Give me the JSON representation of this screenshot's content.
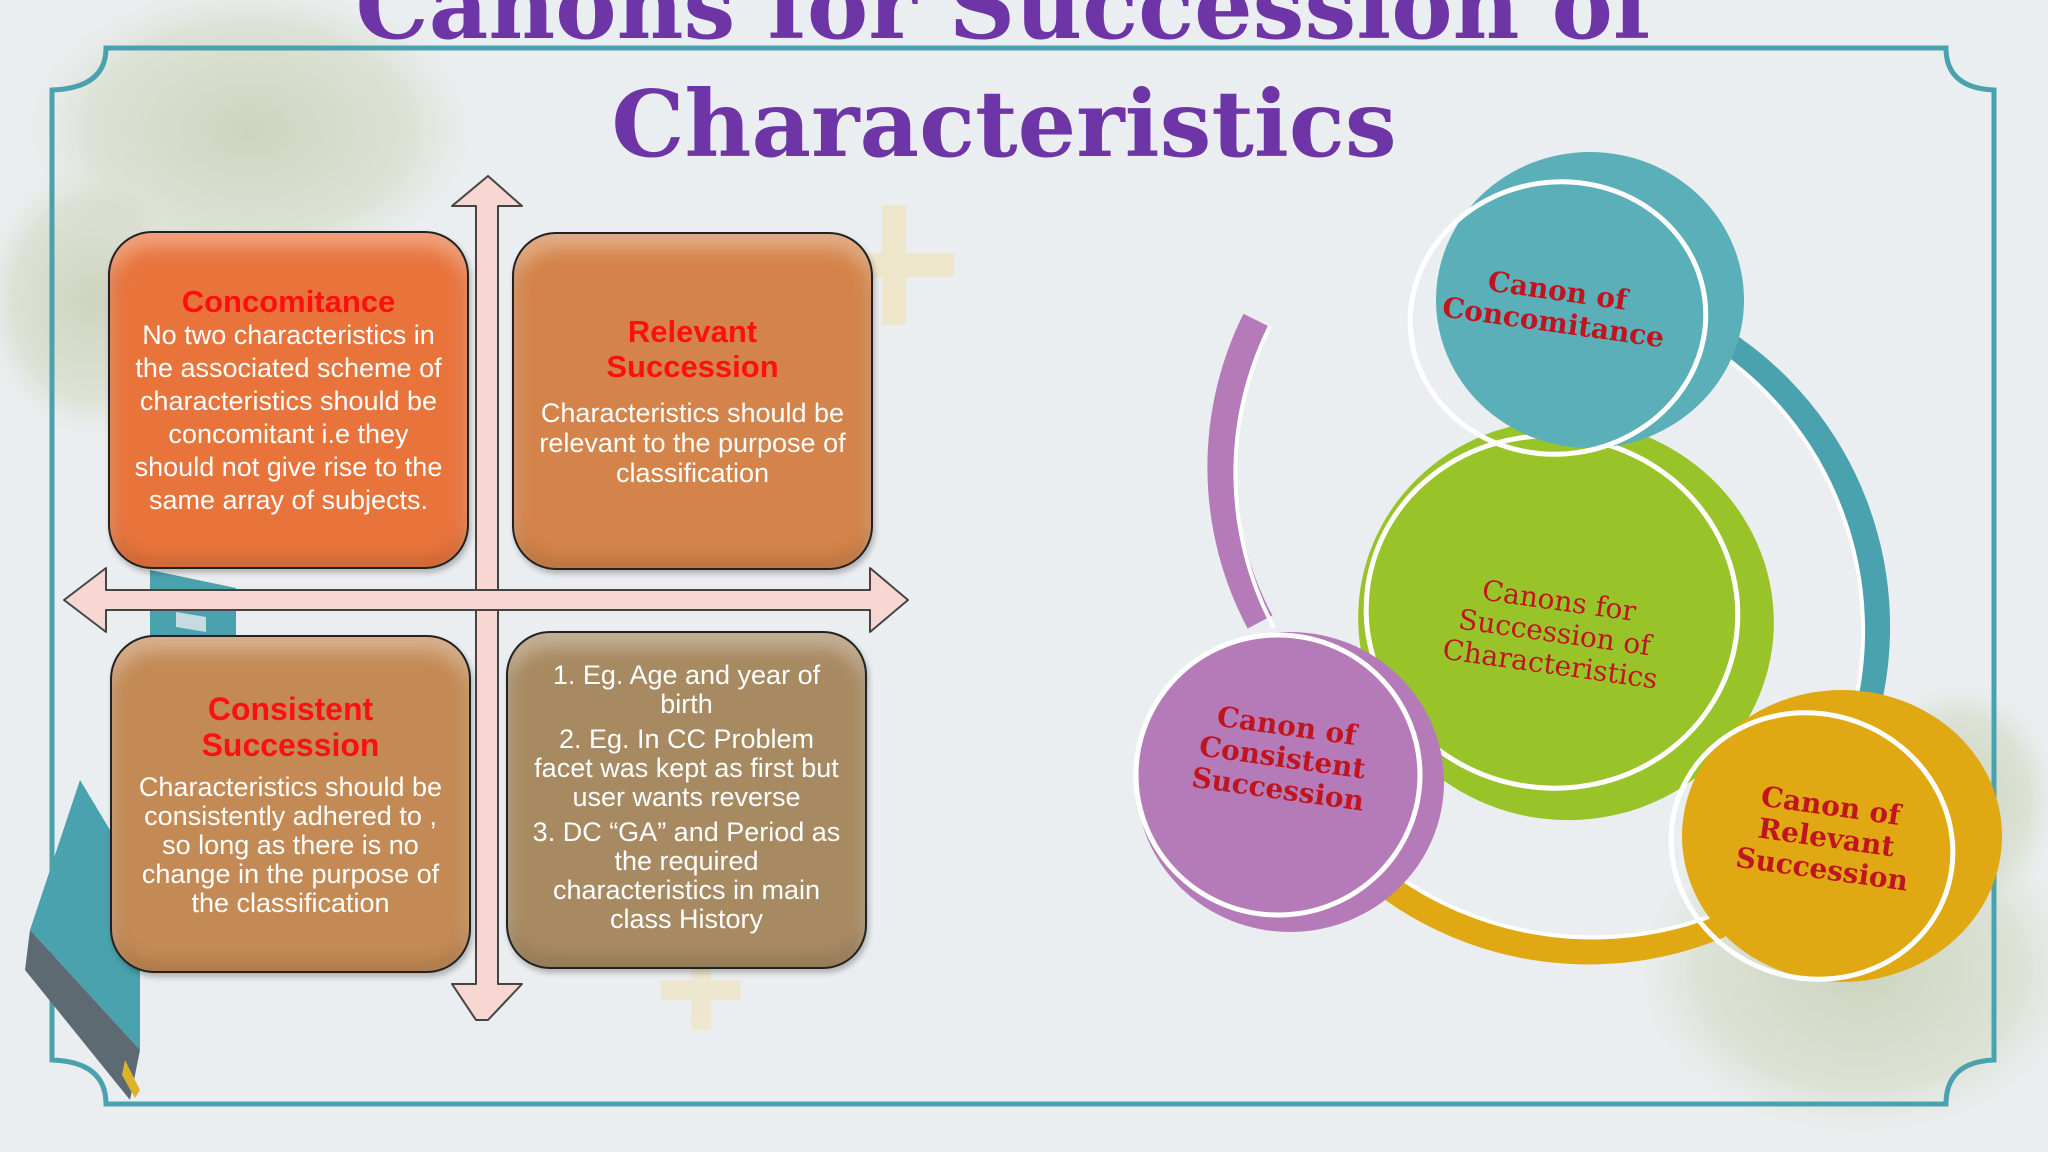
{
  "slide": {
    "title_line1": "Canons for Succession  of",
    "title_line2": "Characteristics"
  },
  "matrix": {
    "concomitance": {
      "heading": "Concomitance",
      "text": "No two characteristics in the associated scheme of characteristics should be concomitant i.e they should not give rise to the same array of subjects."
    },
    "relevant": {
      "heading": "Relevant Succession",
      "text": "Characteristics should be relevant to the purpose of classification"
    },
    "consistent": {
      "heading": "Consistent Succession",
      "text": "Characteristics  should be consistently adhered to , so long as there is no change in the purpose of the classification"
    },
    "examples": [
      "1. Eg. Age and year of birth",
      "2. Eg. In CC Problem facet was kept as first but user wants reverse",
      "3. DC “GA” and Period as the required characteristics in main class History"
    ]
  },
  "cycle": {
    "center": [
      "Canons for",
      "Succession of",
      "Characteristics"
    ],
    "top": [
      "Canon of",
      "Concomitance"
    ],
    "left": [
      "Canon of",
      "Consistent",
      "Succession"
    ],
    "right": [
      "Canon of",
      "Relevant",
      "Succession"
    ],
    "colors": {
      "center": "#98c42a",
      "top": "#5aafb8",
      "left": "#b57bb8",
      "right": "#e0a812",
      "label": "#c0141e"
    }
  }
}
